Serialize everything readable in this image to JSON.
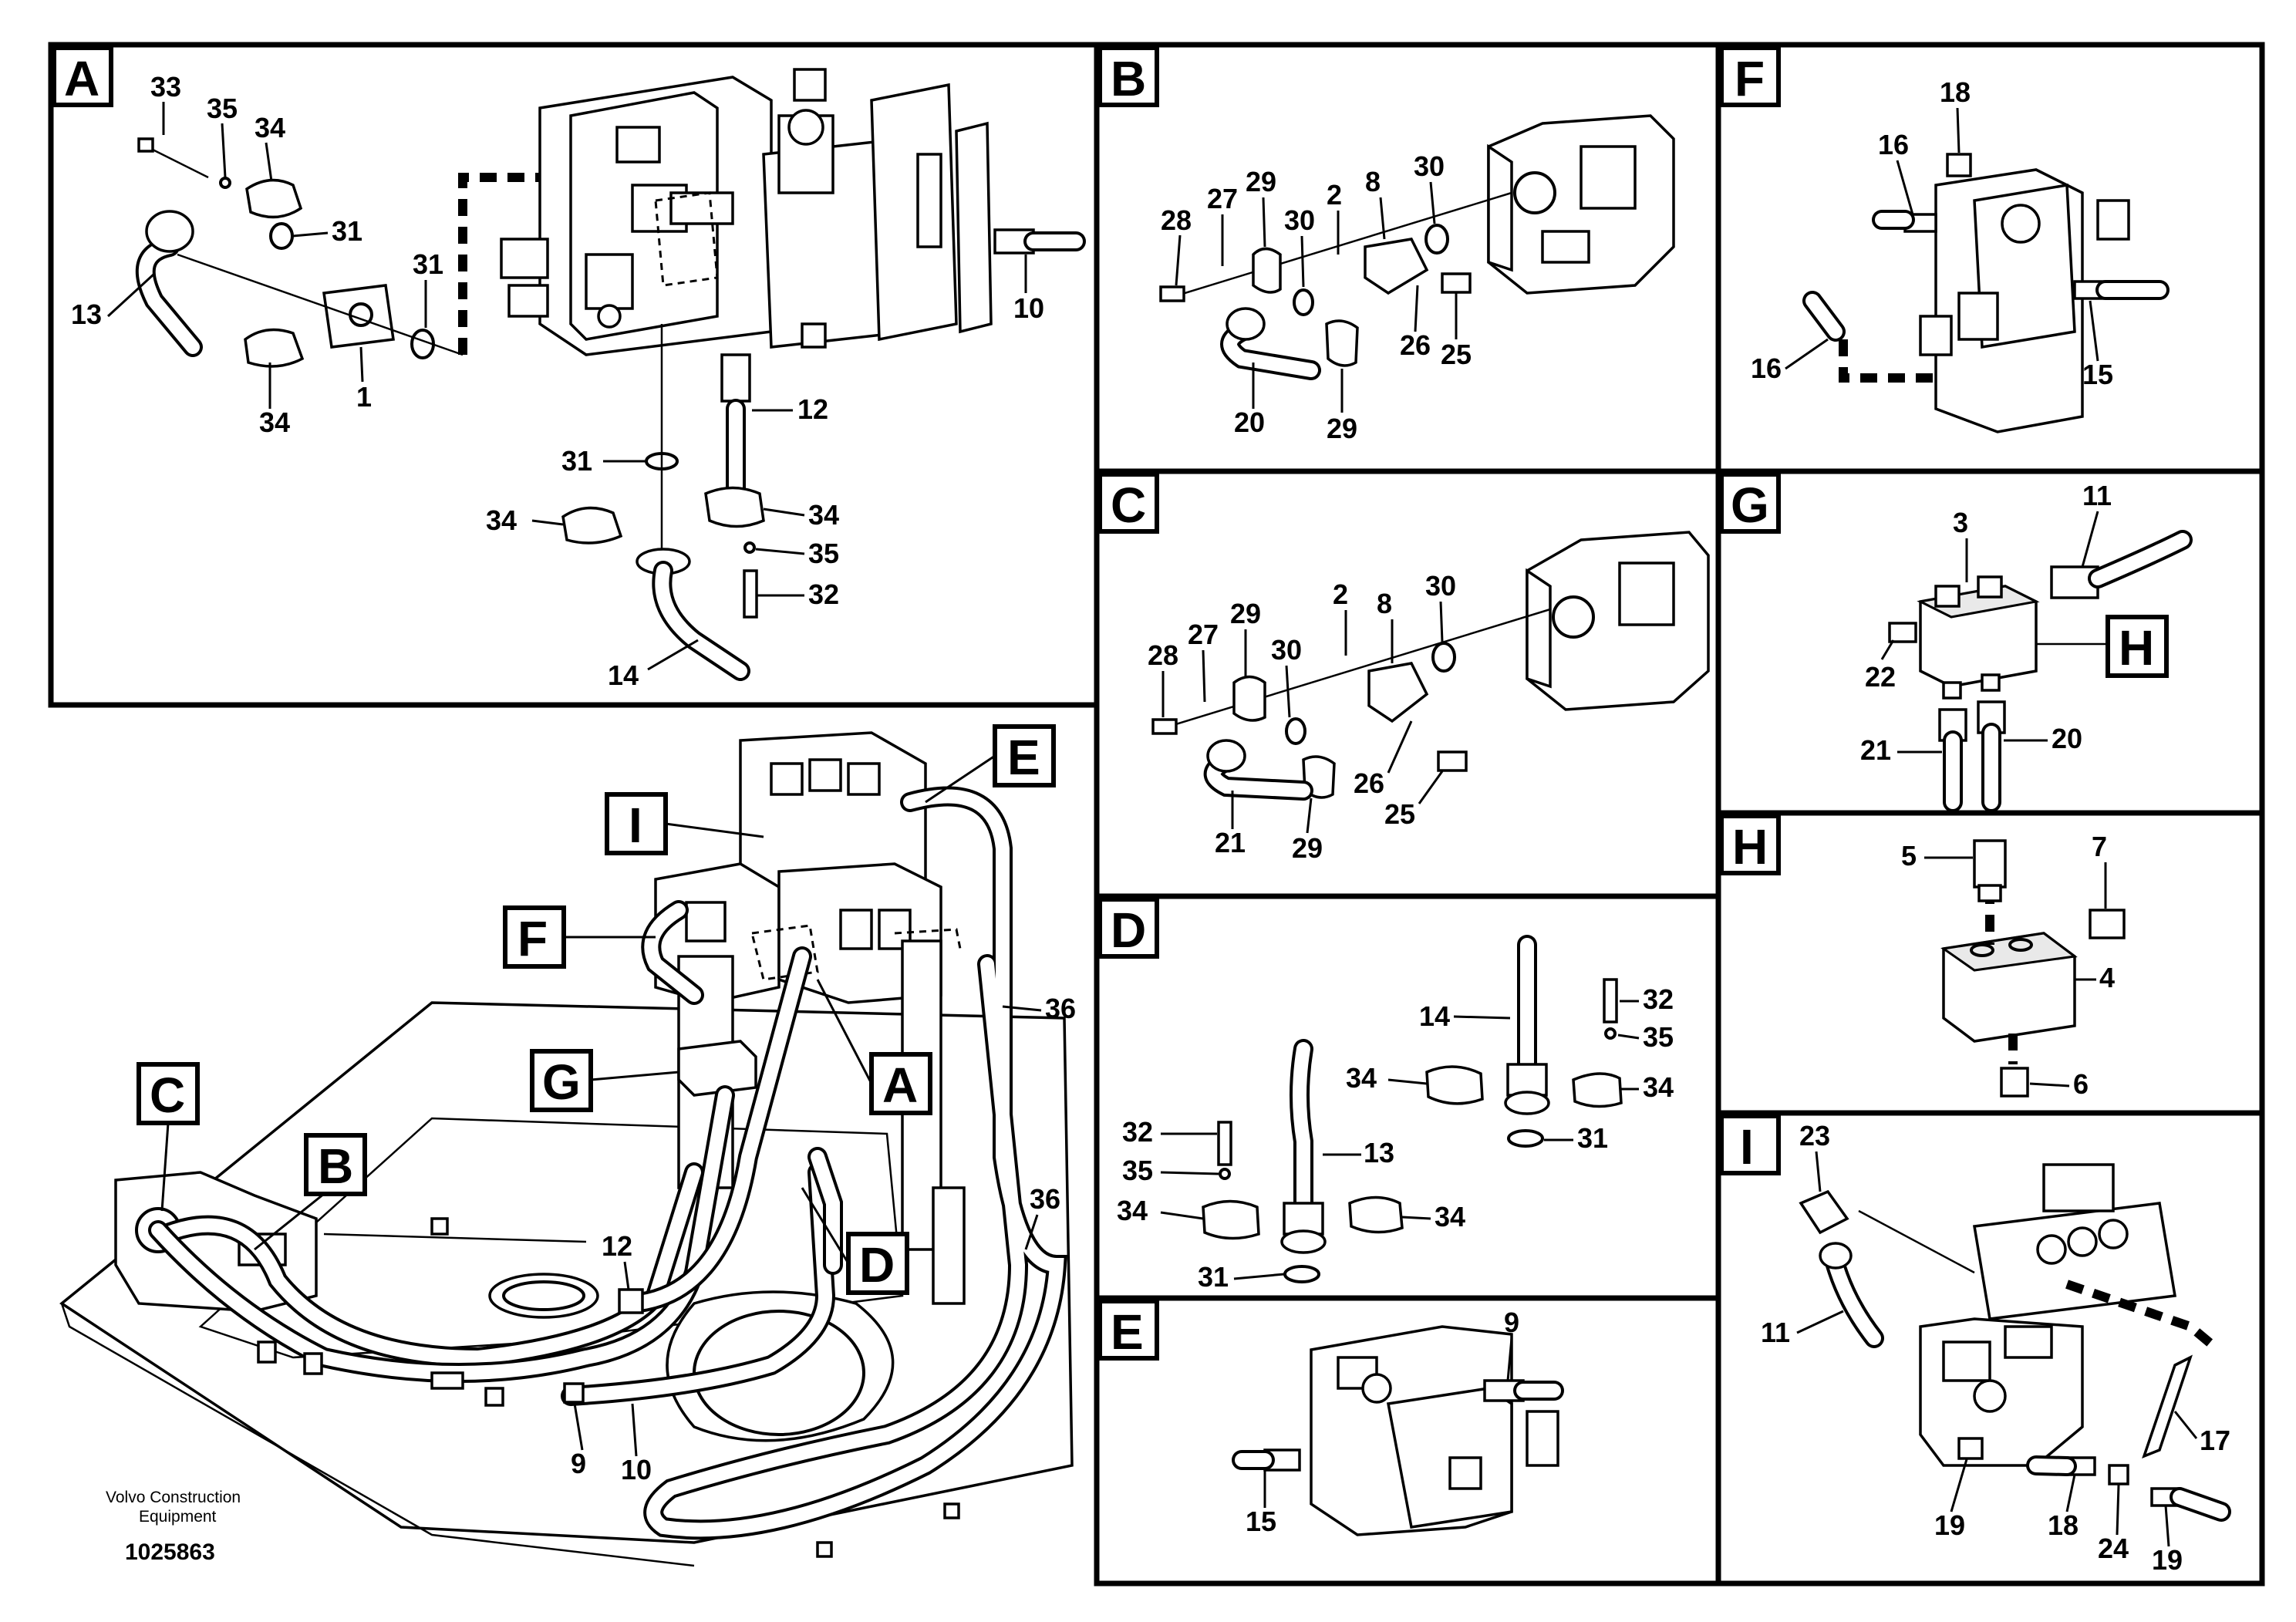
{
  "panels": {
    "A": {
      "label": "A",
      "parts": [
        "33",
        "35",
        "34",
        "31",
        "31",
        "13",
        "34",
        "1",
        "10",
        "12",
        "31",
        "34",
        "34",
        "35",
        "32",
        "14"
      ]
    },
    "B": {
      "label": "B",
      "parts": [
        "28",
        "27",
        "29",
        "2",
        "8",
        "30",
        "30",
        "26",
        "25",
        "20",
        "29"
      ]
    },
    "C": {
      "label": "C",
      "parts": [
        "28",
        "27",
        "29",
        "30",
        "2",
        "8",
        "30",
        "26",
        "25",
        "21",
        "29"
      ]
    },
    "D": {
      "label": "D",
      "parts": [
        "14",
        "32",
        "35",
        "34",
        "34",
        "32",
        "35",
        "34",
        "13",
        "34",
        "31",
        "31"
      ]
    },
    "E": {
      "label": "E",
      "parts": [
        "9",
        "15"
      ]
    },
    "F": {
      "label": "F",
      "parts": [
        "18",
        "16",
        "16",
        "15"
      ]
    },
    "G": {
      "label": "G",
      "parts": [
        "3",
        "11",
        "22",
        "21",
        "20"
      ],
      "callout": "H"
    },
    "H": {
      "label": "H",
      "parts": [
        "5",
        "7",
        "4",
        "6"
      ]
    },
    "I": {
      "label": "I",
      "parts": [
        "23",
        "11",
        "17",
        "19",
        "18",
        "24",
        "19"
      ]
    }
  },
  "overview": {
    "callouts": [
      "E",
      "I",
      "F",
      "A",
      "G",
      "C",
      "B",
      "D"
    ],
    "parts": [
      "36",
      "36",
      "12",
      "9",
      "10"
    ]
  },
  "footer": {
    "brand_line1": "Volvo Construction",
    "brand_line2": "Equipment",
    "doc_number": "1025863"
  }
}
